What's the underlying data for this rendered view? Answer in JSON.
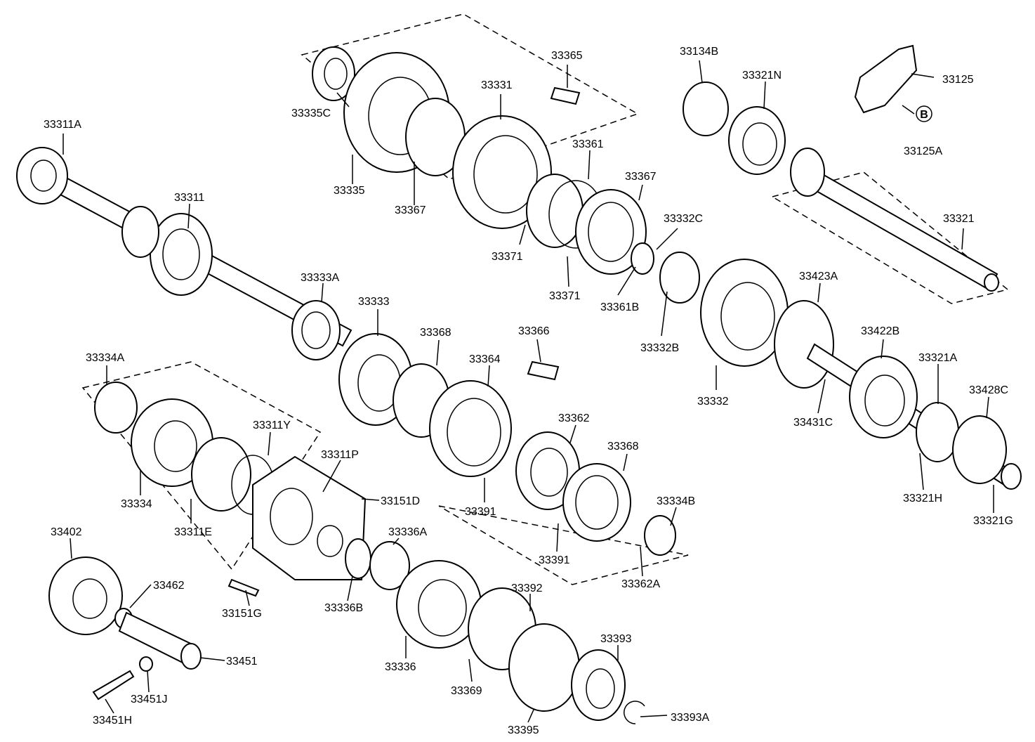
{
  "part_labels": [
    "33311A",
    "33311",
    "33335C",
    "33335",
    "33367",
    "33331",
    "33365",
    "33361",
    "33367",
    "33371",
    "33371",
    "33134B",
    "33321N",
    "33125",
    "33125A",
    "33321",
    "33332C",
    "33361B",
    "33332B",
    "33332",
    "33423A",
    "33431C",
    "33422B",
    "33321A",
    "33428C",
    "33321H",
    "33321G",
    "33333A",
    "33333",
    "33368",
    "33366",
    "33364",
    "33362",
    "33368",
    "33391",
    "33391",
    "33334B",
    "33362A",
    "33334A",
    "33334",
    "33311Y",
    "33311P",
    "33151D",
    "33311E",
    "33402",
    "33462",
    "33151G",
    "33336A",
    "33336B",
    "33336",
    "33392",
    "33393",
    "33369",
    "33451",
    "33451J",
    "33451H",
    "33395",
    "33393A"
  ],
  "callout_letter": "B"
}
